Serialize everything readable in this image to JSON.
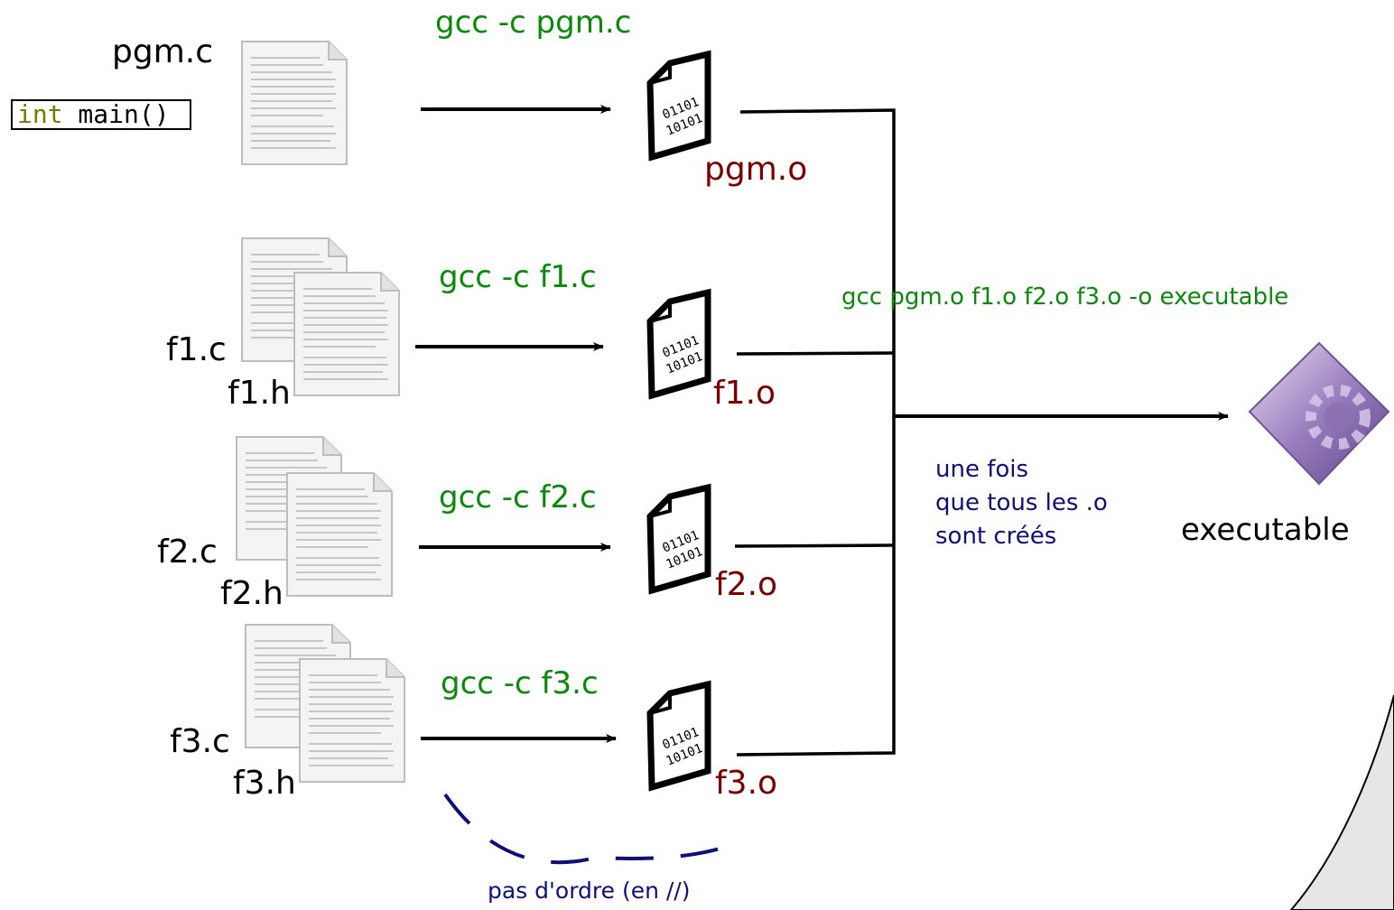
{
  "sources": [
    {
      "file": "pgm.c",
      "header": "",
      "code": {
        "keyword": "int",
        "rest": " main()"
      }
    },
    {
      "file": "f1.c",
      "header": "f1.h"
    },
    {
      "file": "f2.c",
      "header": "f2.h"
    },
    {
      "file": "f3.c",
      "header": "f3.h"
    }
  ],
  "compile_commands": [
    "gcc -c pgm.c",
    "gcc -c f1.c",
    "gcc -c f2.c",
    "gcc -c f3.c"
  ],
  "objects": [
    "pgm.o",
    "f1.o",
    "f2.o",
    "f3.o"
  ],
  "binary_glyph": {
    "line1": "01101",
    "line2": "10101"
  },
  "link_command": "gcc pgm.o f1.o f2.o f3.o -o executable",
  "link_note": [
    "une fois",
    "que tous les .o",
    "sont créés"
  ],
  "executable_label": "executable",
  "order_note": "pas d'ordre (en //)",
  "colors": {
    "command": "#0a8a0a",
    "object": "#7a0000",
    "note": "#0f0f7a",
    "exe_icon": "#9a7fc0"
  },
  "icons": [
    "document-icon",
    "object-file-icon",
    "executable-gear-icon"
  ]
}
